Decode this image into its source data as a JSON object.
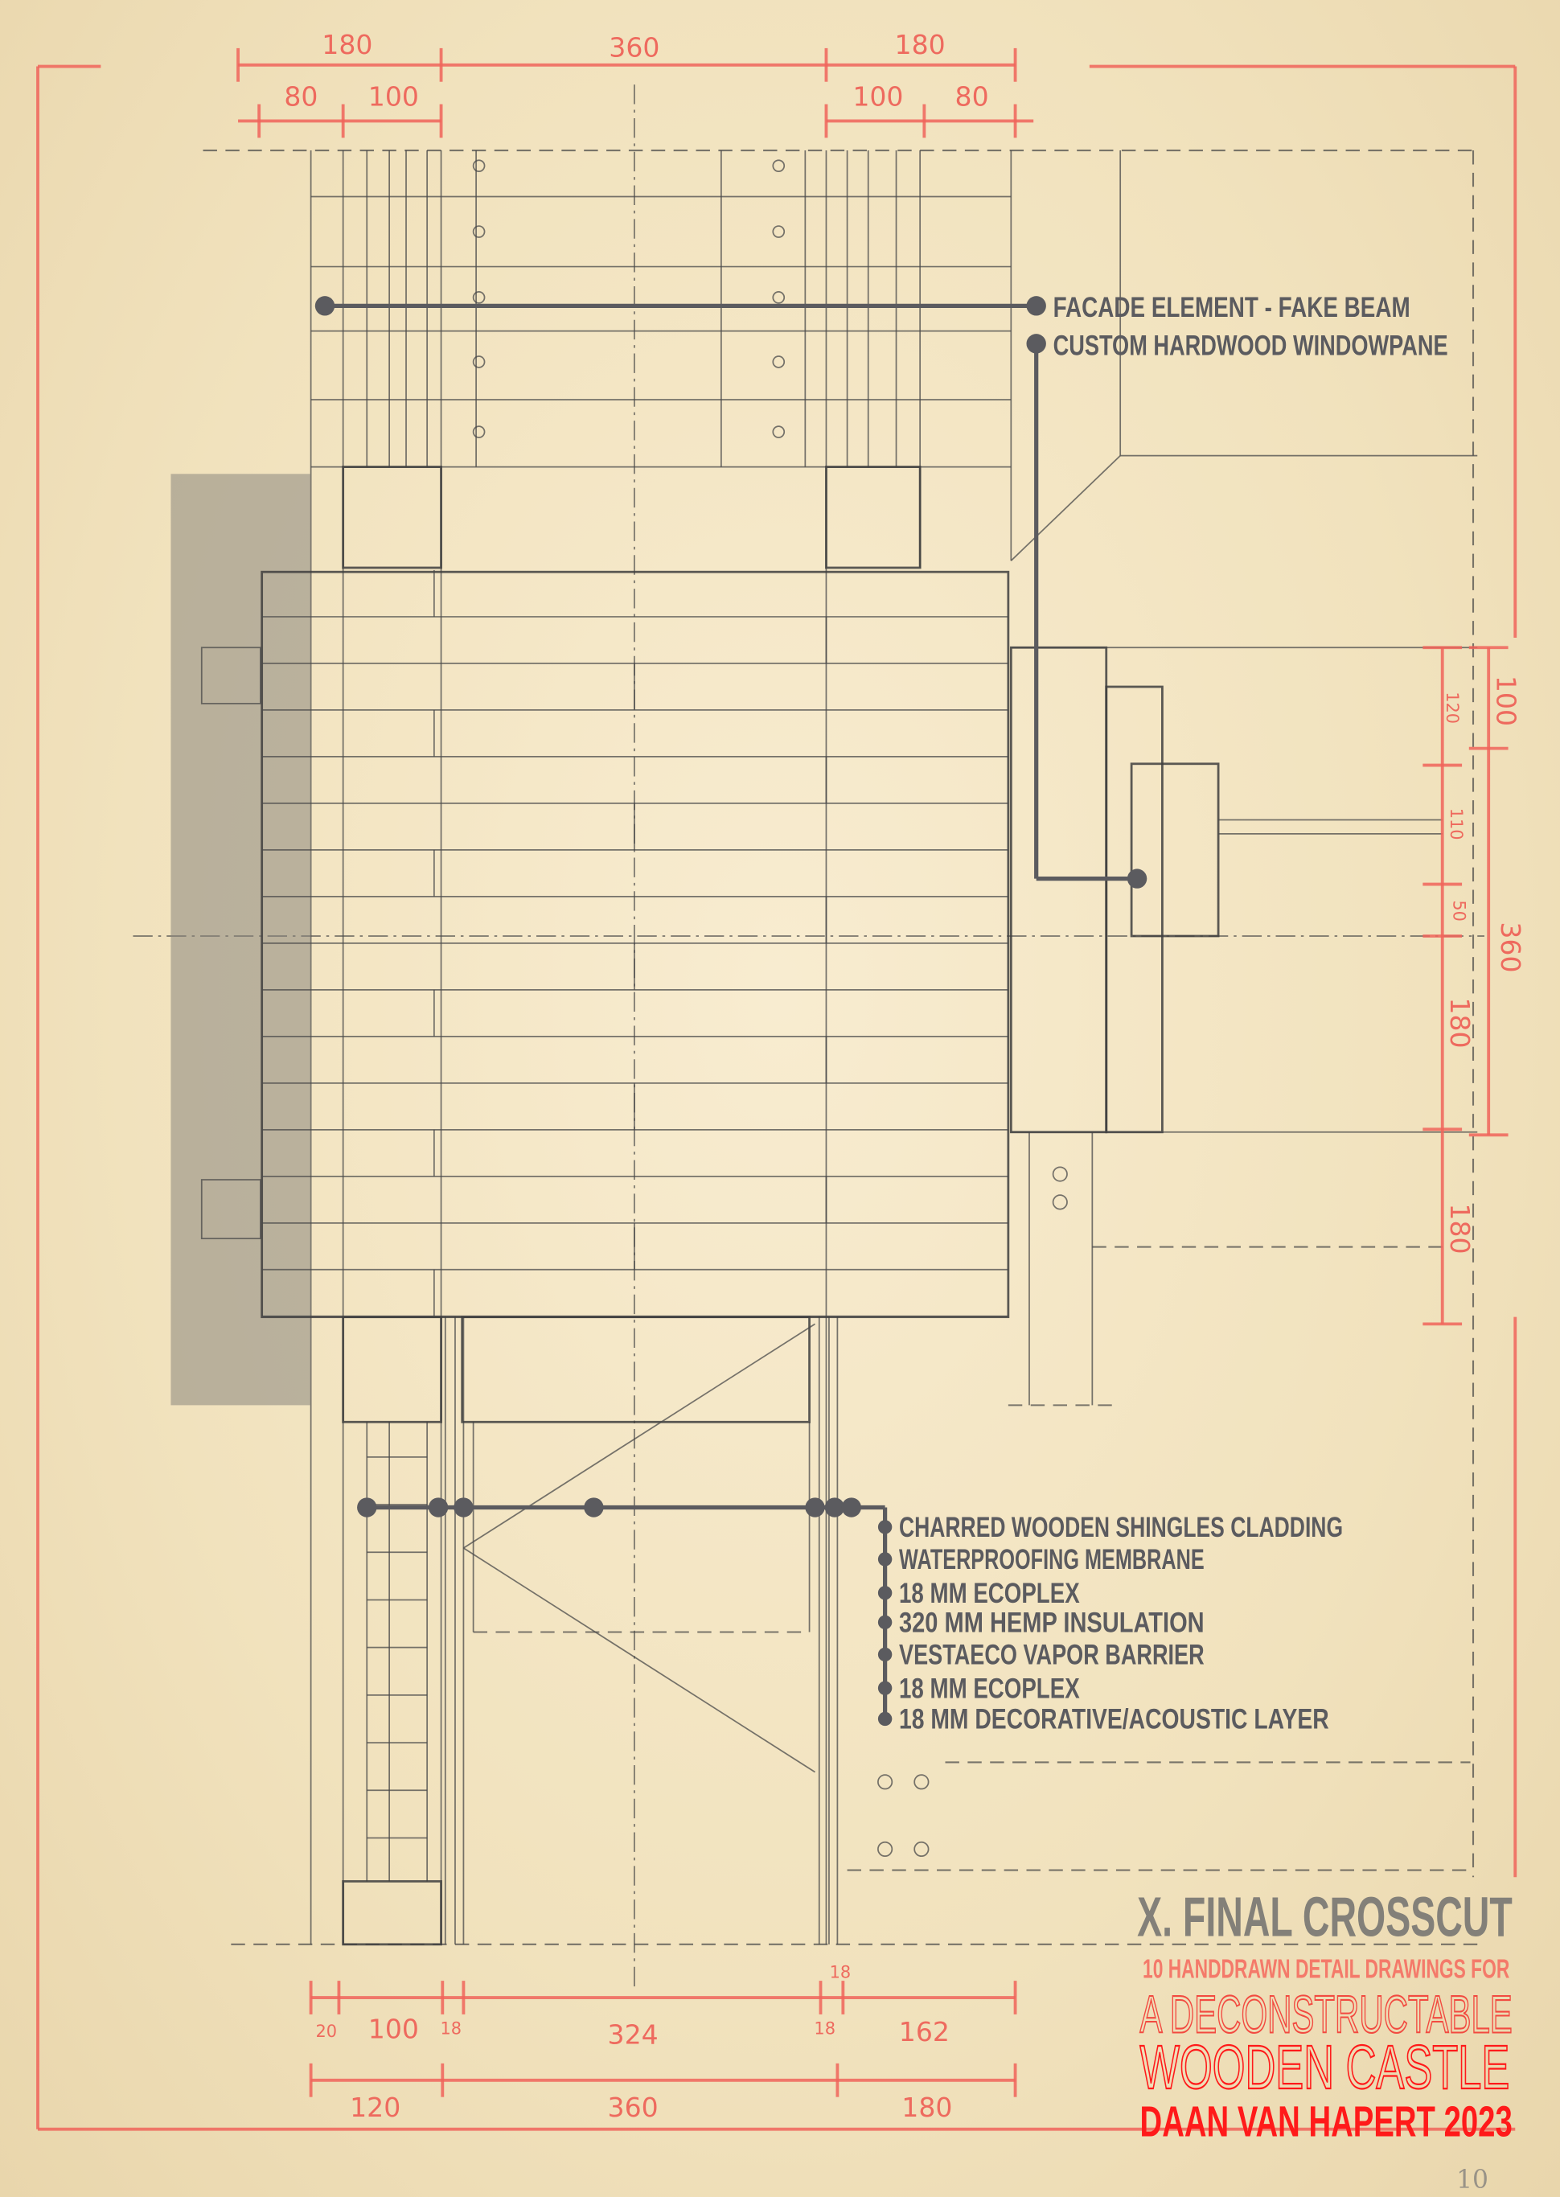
{
  "callouts_top": [
    "FACADE ELEMENT - FAKE BEAM",
    "CUSTOM HARDWOOD WINDOWPANE"
  ],
  "callouts_bottom": [
    "CHARRED WOODEN SHINGLES CLADDING",
    "WATERPROOFING MEMBRANE",
    "18 MM ECOPLEX",
    "320 MM HEMP INSULATION",
    "VESTAECO VAPOR BARRIER",
    "18 MM ECOPLEX",
    "18 MM DECORATIVE/ACOUSTIC LAYER"
  ],
  "dims_top": {
    "row1": [
      "180",
      "360",
      "180"
    ],
    "row2": [
      "80",
      "100",
      "100",
      "80"
    ]
  },
  "dims_bottom": {
    "row1": [
      "20",
      "100",
      "18",
      "324",
      "18",
      "18",
      "162"
    ],
    "row2": [
      "120",
      "360",
      "180"
    ]
  },
  "dims_right": {
    "inner": [
      "120",
      "110",
      "50",
      "180",
      "180"
    ],
    "outer": [
      "100",
      "360"
    ]
  },
  "title": {
    "heading": "X. FINAL CROSSCUT",
    "subtitle": "10 HANDDRAWN DETAIL DRAWINGS FOR",
    "line1": "A DECONSTRUCTABLE",
    "line2": "WOODEN CASTLE",
    "author": "DAAN VAN HAPERT 2023"
  },
  "page_number": "10",
  "colors": {
    "paper": "#f3e6c4",
    "dimension_red": "#ee6a5e",
    "title_red": "#ff1a1a",
    "callout_gray": "#5b5b5f"
  }
}
